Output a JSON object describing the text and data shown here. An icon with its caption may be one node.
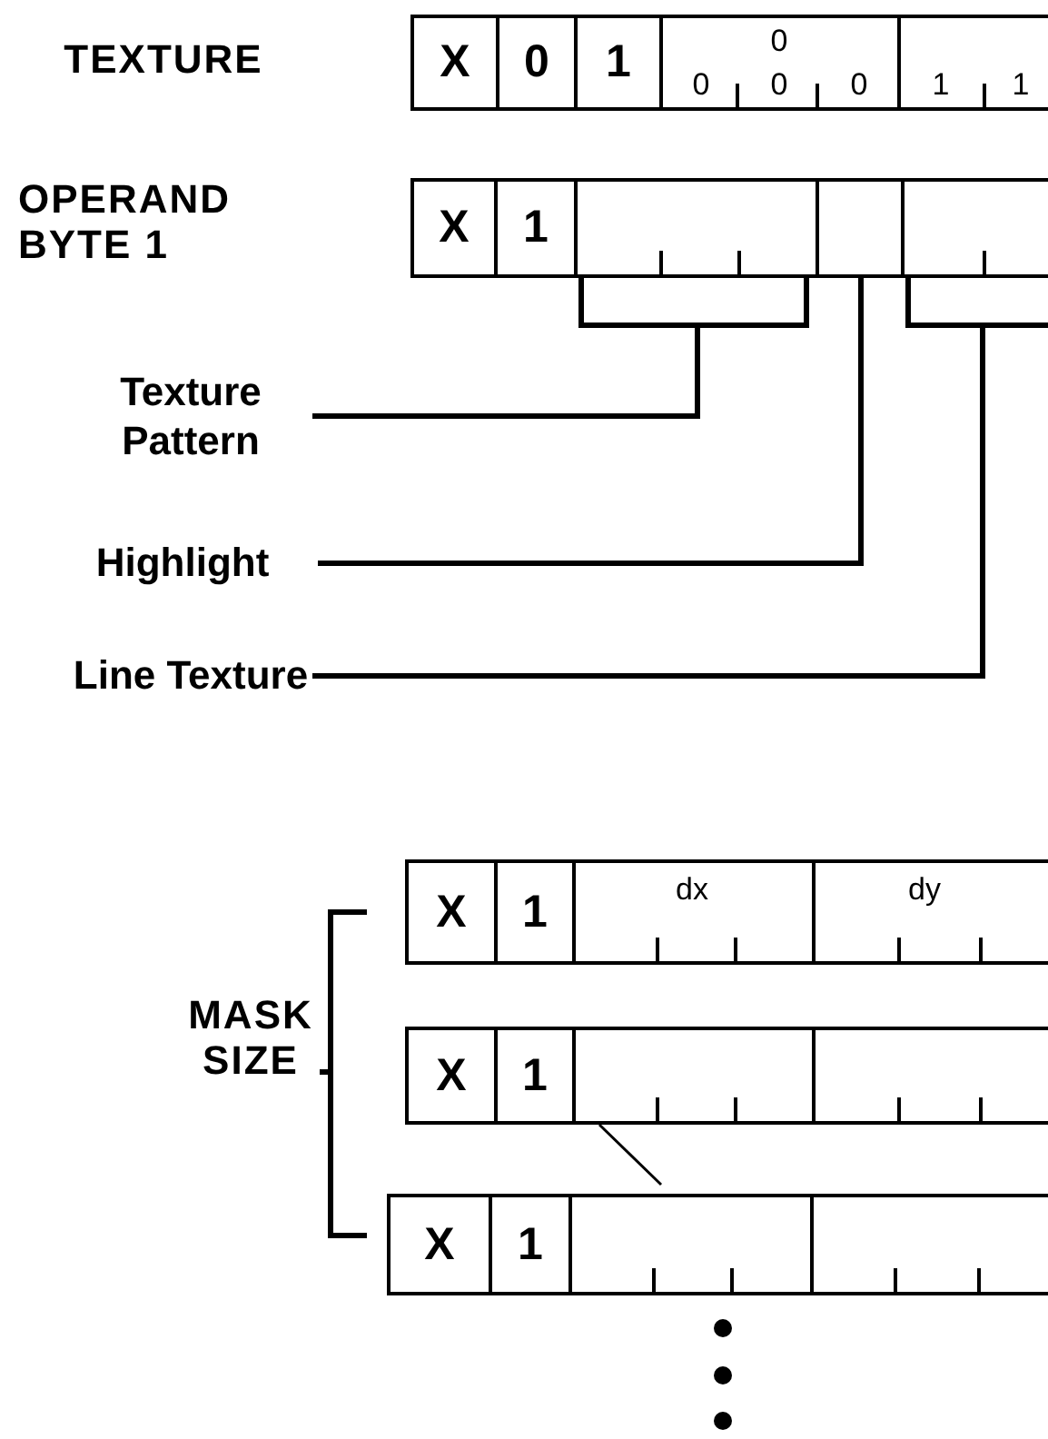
{
  "diagram": {
    "nodes": [
      {
        "text": [
          "X"
        ]
      },
      {
        "text": [
          "0"
        ]
      },
      {
        "text": [
          "1"
        ]
      },
      {
        "text": [
          "0",
          "0",
          "0",
          "0"
        ]
      },
      {
        "text": [
          "1",
          "1"
        ]
      },
      {
        "text": [
          "X"
        ]
      },
      {
        "text": [
          "1"
        ]
      },
      {
        "text": [],
        "shape": "box"
      },
      {
        "text": [],
        "shape": "box"
      },
      {
        "text": [],
        "shape": "box"
      },
      {
        "text": [
          "Texture Pattern"
        ]
      },
      {
        "text": [
          "Highlight"
        ]
      },
      {
        "text": [
          "Line Texture"
        ]
      },
      {
        "text": [
          "X"
        ]
      },
      {
        "text": [
          "1"
        ]
      },
      {
        "text": [
          "dx"
        ]
      },
      {
        "text": [
          "dy"
        ]
      },
      {
        "text": [
          "X"
        ]
      },
      {
        "text": [
          "1"
        ]
      },
      {
        "text": [],
        "shape": "box"
      },
      {
        "text": [],
        "shape": "box"
      },
      {
        "text": [
          "X"
        ]
      },
      {
        "text": [
          "1"
        ]
      },
      {
        "text": [],
        "shape": "box"
      },
      {
        "text": [],
        "shape": "box"
      }
    ],
    "edges": [
      {
        "from": 10,
        "to": 7,
        "arrow": "none"
      },
      {
        "from": 11,
        "to": 8,
        "arrow": "none"
      },
      {
        "from": 12,
        "to": 9,
        "arrow": "none"
      }
    ],
    "labels": [
      "TEXTURE",
      "OPERAND BYTE 1",
      "MASK SIZE"
    ]
  }
}
